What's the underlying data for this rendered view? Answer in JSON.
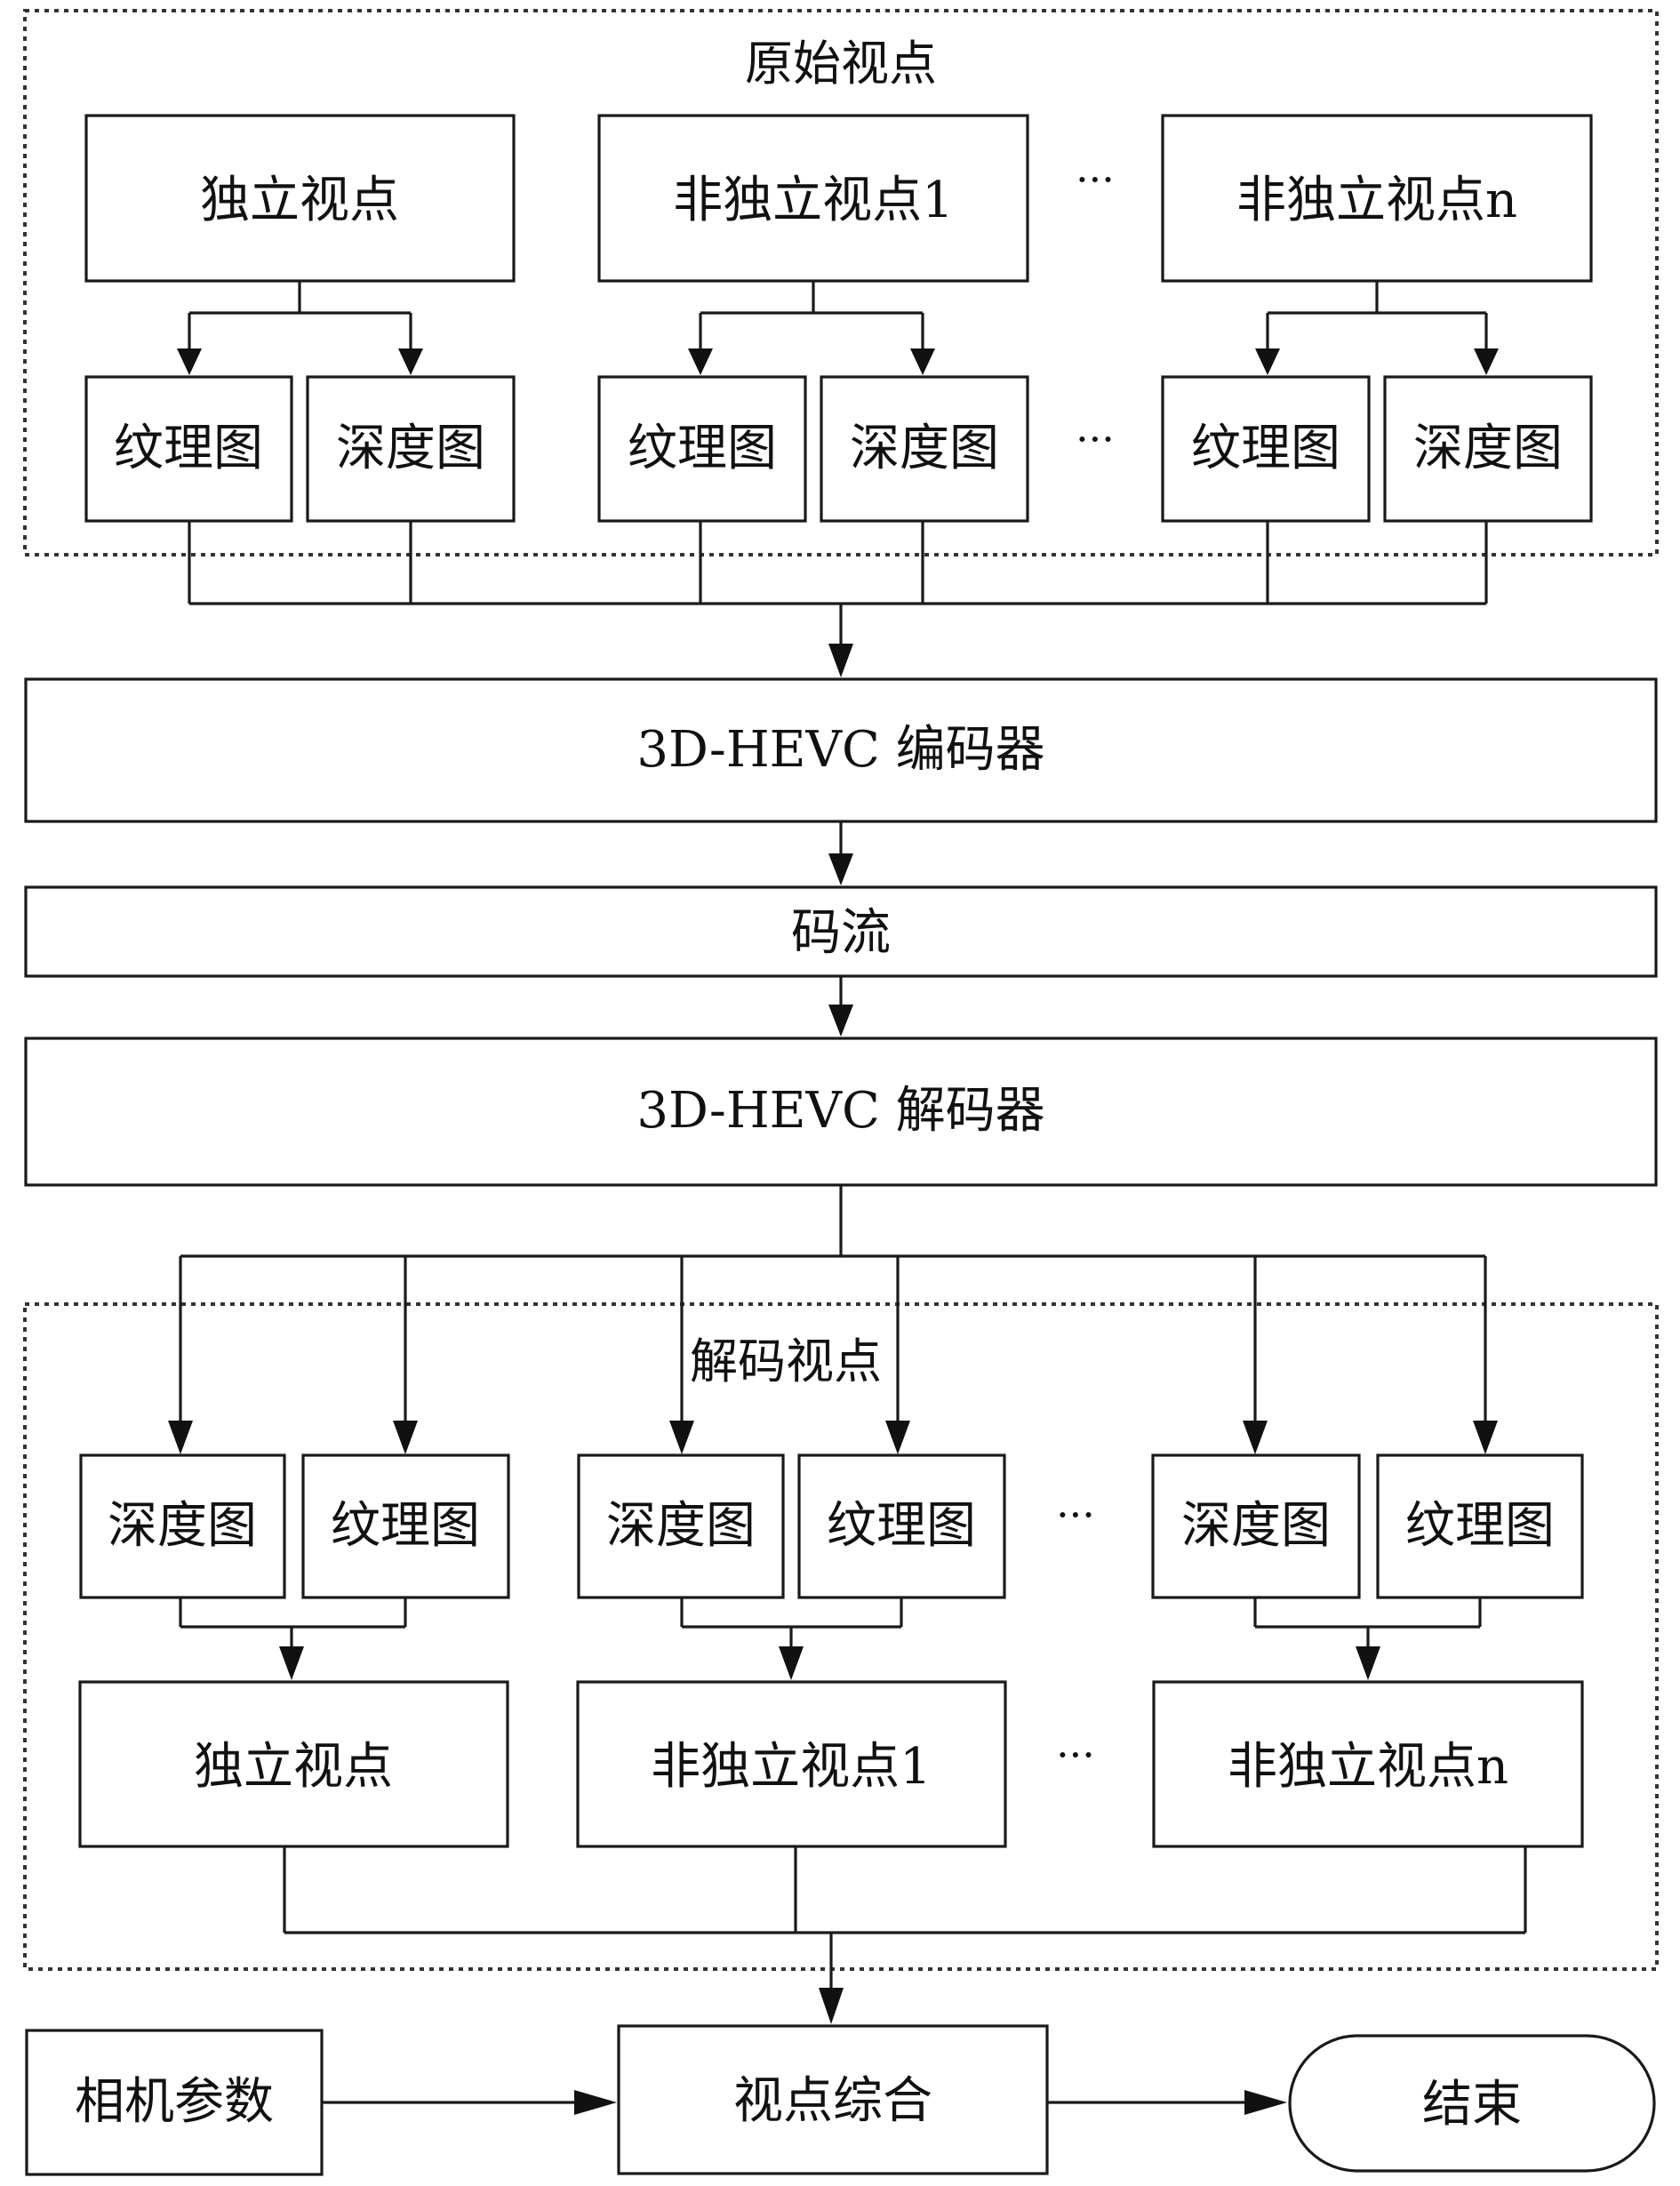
{
  "original_views": {
    "title": "原始视点",
    "views": [
      "独立视点",
      "非独立视点1",
      "非独立视点n"
    ],
    "textures": [
      "纹理图",
      "纹理图",
      "纹理图"
    ],
    "depths": [
      "深度图",
      "深度图",
      "深度图"
    ],
    "ellipsis": "···"
  },
  "encoder": {
    "label": "3D-HEVC 编码器"
  },
  "bitstream": {
    "label": "码流"
  },
  "decoder": {
    "label": "3D-HEVC 解码器"
  },
  "decoded_views": {
    "title": "解码视点",
    "depths": [
      "深度图",
      "深度图",
      "深度图"
    ],
    "textures": [
      "纹理图",
      "纹理图",
      "纹理图"
    ],
    "views": [
      "独立视点",
      "非独立视点1",
      "非独立视点n"
    ],
    "ellipsis": "···"
  },
  "bottom": {
    "camera_params": "相机参数",
    "view_synthesis": "视点综合",
    "end": "结束"
  }
}
